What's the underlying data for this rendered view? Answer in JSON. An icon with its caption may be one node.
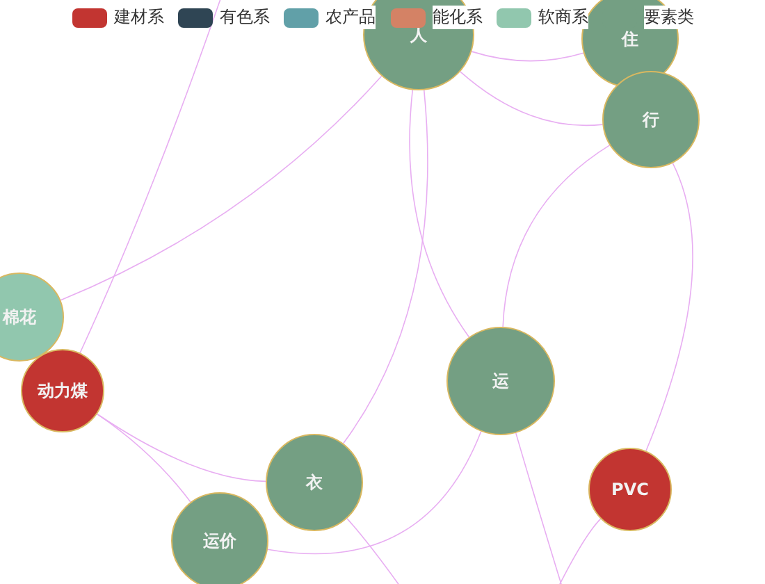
{
  "diagram": {
    "nodes": [
      {
        "text": [
          "人"
        ]
      },
      {
        "text": [
          "住"
        ]
      },
      {
        "text": [
          "行"
        ]
      },
      {
        "text": [
          "棉花"
        ]
      },
      {
        "text": [
          "动力煤"
        ]
      },
      {
        "text": [
          "运"
        ]
      },
      {
        "text": [
          "衣"
        ]
      },
      {
        "text": [
          "运价"
        ]
      },
      {
        "text": [
          "PVC"
        ]
      }
    ],
    "edges": [
      {
        "from": 0,
        "to": 1,
        "arrow": "none"
      },
      {
        "from": 0,
        "to": 2,
        "arrow": "none"
      },
      {
        "from": 0,
        "to": 3,
        "arrow": "none"
      },
      {
        "from": 0,
        "to": 5,
        "arrow": "none"
      },
      {
        "from": 0,
        "to": 6,
        "arrow": "none"
      },
      {
        "from": 2,
        "to": 5,
        "arrow": "none"
      },
      {
        "from": 2,
        "to": 8,
        "arrow": "none"
      },
      {
        "from": 4,
        "to": 6,
        "arrow": "none"
      },
      {
        "from": 4,
        "to": 7,
        "arrow": "none"
      },
      {
        "from": 7,
        "to": 5,
        "arrow": "none"
      },
      {
        "from": 4,
        "to": null,
        "arrow": "none"
      },
      {
        "from": 5,
        "to": null,
        "arrow": "none"
      },
      {
        "from": 8,
        "to": null,
        "arrow": "none"
      },
      {
        "from": 6,
        "to": null,
        "arrow": "none"
      }
    ],
    "legend": [
      {
        "text": "建材系",
        "color": "#c23531"
      },
      {
        "text": "有色系",
        "color": "#2f4554"
      },
      {
        "text": "农产品",
        "color": "#61a0a8"
      },
      {
        "text": "能化系",
        "color": "#d48265"
      },
      {
        "text": "软商系",
        "color": "#91c7ae"
      },
      {
        "text": "要素类",
        "color": "#749f83"
      }
    ]
  }
}
